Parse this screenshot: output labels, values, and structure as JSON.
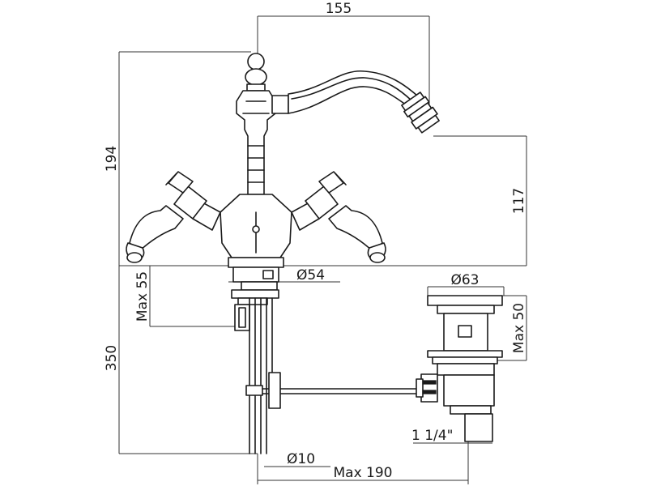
{
  "dimensions": {
    "spout_reach": "155",
    "total_height": "194",
    "spout_height": "117",
    "base_diameter": "Ø54",
    "max_deck_thickness": "Max 55",
    "tail_length": "350",
    "pipe_diameter": "Ø10",
    "waste_reach": "Max 190",
    "waste_flange_diameter": "Ø63",
    "waste_max_thickness": "Max 50",
    "waste_thread": "1 1/4\""
  },
  "colors": {
    "line": "#1a1a1a",
    "background": "#ffffff"
  }
}
